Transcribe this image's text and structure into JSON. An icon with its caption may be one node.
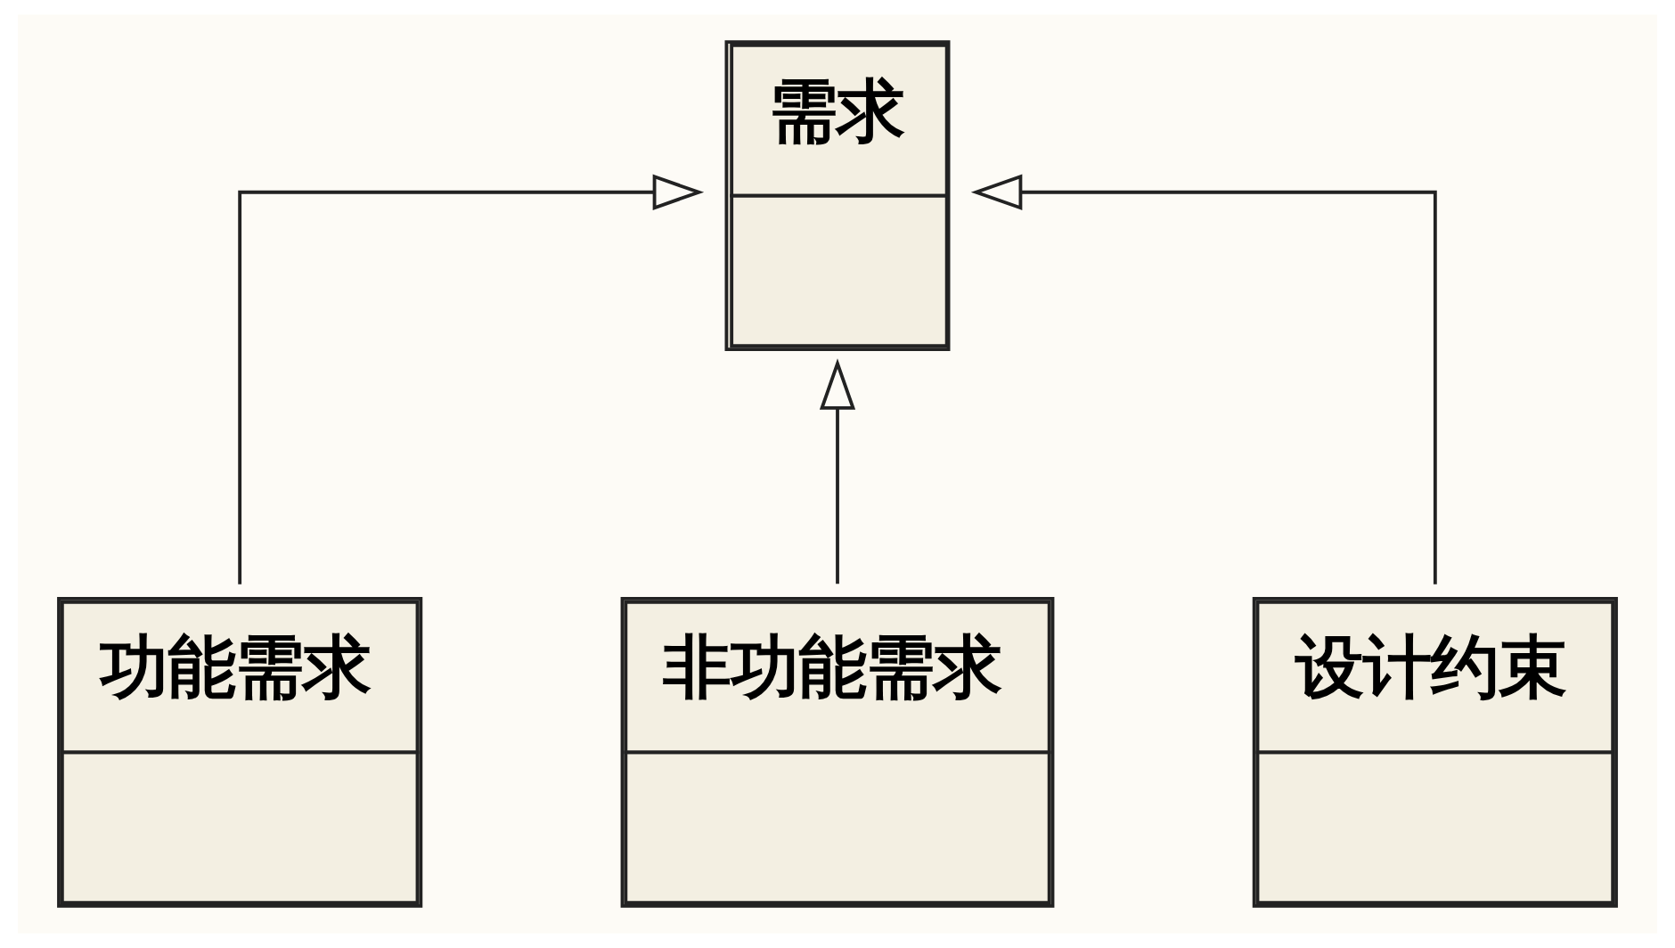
{
  "diagram": {
    "nodes": [
      {
        "text": [
          "需求"
        ]
      },
      {
        "text": [
          "功能需求"
        ]
      },
      {
        "text": [
          "非功能需求"
        ]
      },
      {
        "text": [
          "设计约束"
        ]
      }
    ],
    "edges": [
      {
        "from": 1,
        "to": 0,
        "arrow": "to"
      },
      {
        "from": 2,
        "to": 0,
        "arrow": "to"
      },
      {
        "from": 3,
        "to": 0,
        "arrow": "to"
      }
    ]
  }
}
